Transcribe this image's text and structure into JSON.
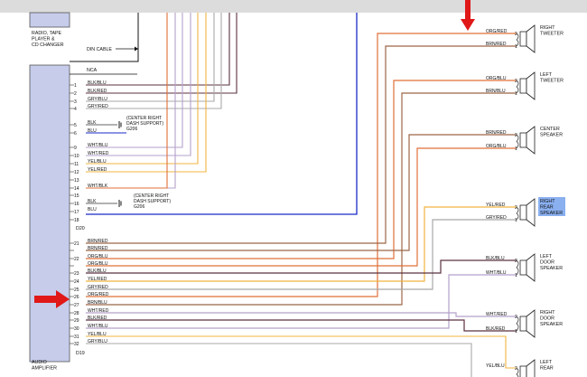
{
  "head_unit": {
    "lines": [
      "RADIO, TAPE",
      "PLAYER &",
      "CD CHANGER"
    ],
    "din_label": "DIN CABLE",
    "nca": "NCA"
  },
  "amplifier": {
    "lines": [
      "AUDIO",
      "AMPLIFIER"
    ],
    "c20": "D20",
    "c19": "D19"
  },
  "pins": [
    {
      "n": "1",
      "w": "BLK/BLU"
    },
    {
      "n": "2",
      "w": "BLK/RED"
    },
    {
      "n": "3",
      "w": "GRY/BLU"
    },
    {
      "n": "4",
      "w": "GRY/RED"
    },
    {
      "n": "5",
      "w": "BLK"
    },
    {
      "n": "6",
      "w": "BLU"
    },
    {
      "n": "9",
      "w": "WHT/BLU"
    },
    {
      "n": "10",
      "w": "WHT/RED"
    },
    {
      "n": "11",
      "w": "YEL/BLU"
    },
    {
      "n": "12",
      "w": "YEL/RED"
    },
    {
      "n": "13",
      "w": ""
    },
    {
      "n": "14",
      "w": "WHT/BLK"
    },
    {
      "n": "15",
      "w": ""
    },
    {
      "n": "16",
      "w": "BLK"
    },
    {
      "n": "17",
      "w": "BLU"
    },
    {
      "n": "18",
      "w": ""
    },
    {
      "n": "21",
      "w": "BRN/RED"
    },
    {
      "n": "",
      "w": "BRN/RED"
    },
    {
      "n": "22",
      "w": "ORG/BLU"
    },
    {
      "n": "",
      "w": "ORG/BLU"
    },
    {
      "n": "23",
      "w": "BLK/BLU"
    },
    {
      "n": "24",
      "w": "YEL/RED"
    },
    {
      "n": "25",
      "w": "GRY/RED"
    },
    {
      "n": "26",
      "w": "ORG/RED"
    },
    {
      "n": "27",
      "w": "BRN/BLU"
    },
    {
      "n": "28",
      "w": "WHT/RED"
    },
    {
      "n": "29",
      "w": "BLK/RED"
    },
    {
      "n": "30",
      "w": "WHT/BLU"
    },
    {
      "n": "31",
      "w": "YEL/BLU"
    },
    {
      "n": "32",
      "w": "GRY/BLU"
    }
  ],
  "grounds": [
    {
      "lines": [
        "(CENTER RIGHT",
        "DASH SUPPORT)",
        "G206"
      ]
    },
    {
      "lines": [
        "(CENTER RIGHT",
        "DASH SUPPORT)",
        "G206"
      ]
    }
  ],
  "speakers": [
    {
      "label": [
        "RIGHT",
        "TWEETER"
      ],
      "w2": "ORG/RED",
      "w1": "BRN/RED",
      "highlight": false
    },
    {
      "label": [
        "LEFT",
        "TWEETER"
      ],
      "w2": "ORG/BLU",
      "w1": "BRN/BLU",
      "highlight": false
    },
    {
      "label": [
        "CENTER",
        "SPEAKER"
      ],
      "w2": "BRN/RED",
      "w1": "ORG/BLU",
      "highlight": false
    },
    {
      "label": [
        "RIGHT",
        "REAR",
        "SPEAKER"
      ],
      "w2": "YEL/RED",
      "w1": "GRY/RED",
      "highlight": true
    },
    {
      "label": [
        "LEFT",
        "DOOR",
        "SPEAKER"
      ],
      "w2": "BLK/BLU",
      "w1": "WHT/BLU",
      "highlight": false
    },
    {
      "label": [
        "RIGHT",
        "DOOR",
        "SPEAKER"
      ],
      "w2": "WHT/RED",
      "w1": "BLK/RED",
      "highlight": false
    },
    {
      "label": [
        "LEFT",
        "REAR"
      ],
      "w2": "YEL/BLU",
      "w1": "",
      "highlight": false
    }
  ],
  "colors": {
    "ORG": "#e07038",
    "BRN": "#9c6646",
    "YEL": "#f0b440",
    "GRY": "#a8a8a8",
    "BLK": "#5a3040",
    "WHT": "#b4a0cc",
    "BLU": "#1a2bc8",
    "arrow": "#e01818",
    "amp_fill": "#c6ccea",
    "highlight": "#8ab0f0"
  }
}
